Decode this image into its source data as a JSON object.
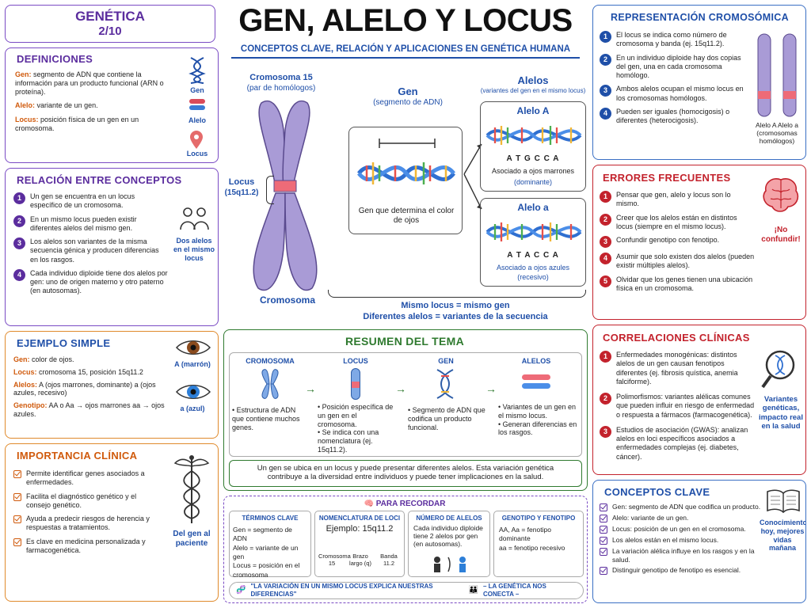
{
  "page": {
    "number": "GENÉTICA",
    "subnumber": "2/10",
    "title": "GEN, ALELO Y LOCUS",
    "subtitle": "CONCEPTOS CLAVE, RELACIÓN Y APLICACIONES EN GENÉTICA HUMANA"
  },
  "definiciones": {
    "title": "DEFINICIONES",
    "items": [
      {
        "term": "Gen:",
        "text": "segmento de ADN que contiene la información para un producto funcional (ARN o proteína)."
      },
      {
        "term": "Alelo:",
        "text": "variante de un gen."
      },
      {
        "term": "Locus:",
        "text": "posición física de un gen en un cromosoma."
      }
    ],
    "icons": [
      "Gen",
      "Alelo",
      "Locus"
    ]
  },
  "relacion": {
    "title": "RELACIÓN ENTRE CONCEPTOS",
    "items": [
      {
        "n": "1",
        "text": "Un gen se encuentra en un locus específico de un cromosoma."
      },
      {
        "n": "2",
        "text": "En un mismo locus pueden existir diferentes alelos del mismo gen."
      },
      {
        "n": "3",
        "text": "Los alelos son variantes de la misma secuencia génica y producen diferencias en los rasgos."
      },
      {
        "n": "4",
        "text": "Cada individuo diploide tiene dos alelos por gen: uno de origen materno y otro paterno (en autosomas)."
      }
    ],
    "side": "Dos alelos en el mismo locus"
  },
  "ejemplo": {
    "title": "EJEMPLO SIMPLE",
    "items": [
      {
        "term": "Gen:",
        "text": "color de ojos."
      },
      {
        "term": "Locus:",
        "text": "cromosoma 15, posición 15q11.2"
      },
      {
        "term": "Alelos:",
        "text": "A (ojos marrones, dominante) a (ojos azules, recesivo)"
      },
      {
        "term": "Genotipo:",
        "text": "AA o Aa → ojos marrones aa → ojos azules."
      }
    ],
    "eye1": "A (marrón)",
    "eye2": "a (azul)"
  },
  "importancia": {
    "title": "IMPORTANCIA CLÍNICA",
    "items": [
      "Permite identificar genes asociados a enfermedades.",
      "Facilita el diagnóstico genético y el consejo genético.",
      "Ayuda a predecir riesgos de herencia y respuestas a tratamientos.",
      "Es clave en medicina personalizada y farmacogenética."
    ],
    "side": "Del gen al paciente"
  },
  "center": {
    "chromo_title": "Cromosoma 15",
    "chromo_sub": "(par de homólogos)",
    "locus_label": "Locus",
    "locus_sub": "(15q11.2)",
    "chromo_caption": "Cromosoma",
    "gen_title": "Gen",
    "gen_sub": "(segmento de ADN)",
    "gen_caption": "Gen que determina el color de ojos",
    "alelos_title": "Alelos",
    "alelos_sub": "(variantes del gen en el mismo locus)",
    "alelo_a_title": "Alelo A",
    "alelo_a_seq": "A T G C C A",
    "alelo_a_cap": "Asociado a ojos marrones",
    "alelo_a_dom": "(dominante)",
    "alelo_b_title": "Alelo a",
    "alelo_b_seq": "A T A C C A",
    "alelo_b_cap": "Asociado a ojos azules",
    "alelo_b_dom": "(recesivo)",
    "bottom1": "Mismo locus = mismo gen",
    "bottom2": "Diferentes alelos = variantes de la secuencia"
  },
  "resumen": {
    "title": "RESUMEN DEL TEMA",
    "cols": [
      {
        "h": "CROMOSOMA",
        "items": [
          "Estructura de ADN que contiene muchos genes."
        ]
      },
      {
        "h": "LOCUS",
        "items": [
          "Posición específica de un gen en el cromosoma.",
          "Se indica con una nomenclatura (ej. 15q11.2)."
        ]
      },
      {
        "h": "GEN",
        "items": [
          "Segmento de ADN que codifica un producto funcional."
        ]
      },
      {
        "h": "ALELOS",
        "items": [
          "Variantes de un gen en el mismo locus.",
          "Generan diferencias en los rasgos."
        ]
      }
    ],
    "footer": "Un gen se ubica en un locus y puede presentar diferentes alelos. Esta variación genética contribuye a la diversidad entre individuos y puede tener implicaciones en la salud."
  },
  "recordar": {
    "title": "PARA RECORDAR",
    "terminos": {
      "h": "TÉRMINOS CLAVE",
      "lines": [
        "Gen = segmento de ADN",
        "Alelo = variante de un gen",
        "Locus = posición en el cromosoma"
      ]
    },
    "nomen": {
      "h": "NOMENCLATURA DE LOCI",
      "ej": "Ejemplo: 15q11.2",
      "parts": [
        "Cromosoma 15",
        "Brazo largo (q)",
        "Banda 11.2"
      ]
    },
    "numero": {
      "h": "NÚMERO DE ALELOS",
      "text": "Cada individuo diploide tiene 2 alelos por gen (en autosomas)."
    },
    "genotipo": {
      "h": "GENOTIPO Y FENOTIPO",
      "lines": [
        "AA, Aa = fenotipo dominante",
        "aa = fenotipo recesivo"
      ]
    },
    "quote": "\"LA VARIACIÓN EN UN MISMO LOCUS EXPLICA NUESTRAS DIFERENCIAS\"",
    "tag": "– LA GENÉTICA NOS CONECTA –"
  },
  "representacion": {
    "title": "REPRESENTACIÓN CROMOSÓMICA",
    "items": [
      {
        "n": "1",
        "text": "El locus se indica como número de cromosoma y banda (ej. 15q11.2)."
      },
      {
        "n": "2",
        "text": "En un individuo diploide hay dos copias del gen, una en cada cromosoma homólogo."
      },
      {
        "n": "3",
        "text": "Ambos alelos ocupan el mismo locus en los cromosomas homólogos."
      },
      {
        "n": "4",
        "text": "Pueden ser iguales (homocigosis) o diferentes (heterocigosis)."
      }
    ],
    "caption": "Alelo A  Alelo a (cromosomas homólogos)"
  },
  "errores": {
    "title": "ERRORES FRECUENTES",
    "items": [
      {
        "n": "1",
        "text": "Pensar que gen, alelo y locus son lo mismo."
      },
      {
        "n": "2",
        "text": "Creer que los alelos están en distintos locus (siempre en el mismo locus)."
      },
      {
        "n": "3",
        "text": "Confundir genotipo con fenotipo."
      },
      {
        "n": "4",
        "text": "Asumir que solo existen dos alelos (pueden existir múltiples alelos)."
      },
      {
        "n": "5",
        "text": "Olvidar que los genes tienen una ubicación física en un cromosoma."
      }
    ],
    "side": "¡No confundir!"
  },
  "correlaciones": {
    "title": "CORRELACIONES CLÍNICAS",
    "items": [
      {
        "n": "1",
        "text": "Enfermedades monogénicas: distintos alelos de un gen causan fenotipos diferentes (ej. fibrosis quística, anemia falciforme)."
      },
      {
        "n": "2",
        "text": "Polimorfismos: variantes alélicas comunes que pueden influir en riesgo de enfermedad o respuesta a fármacos (farmacogenética)."
      },
      {
        "n": "3",
        "text": "Estudios de asociación (GWAS): analizan alelos en loci específicos asociados a enfermedades complejas (ej. diabetes, cáncer)."
      }
    ],
    "side": "Variantes genéticas, impacto real en la salud"
  },
  "conceptos": {
    "title": "CONCEPTOS CLAVE",
    "items": [
      "Gen: segmento de ADN que codifica un producto.",
      "Alelo: variante de un gen.",
      "Locus: posición de un gen en el cromosoma.",
      "Los alelos están en el mismo locus.",
      "La variación alélica influye en los rasgos y en la salud.",
      "Distinguir genotipo de fenotipo es esencial."
    ],
    "side": "Conocimiento hoy, mejores vidas mañana"
  }
}
